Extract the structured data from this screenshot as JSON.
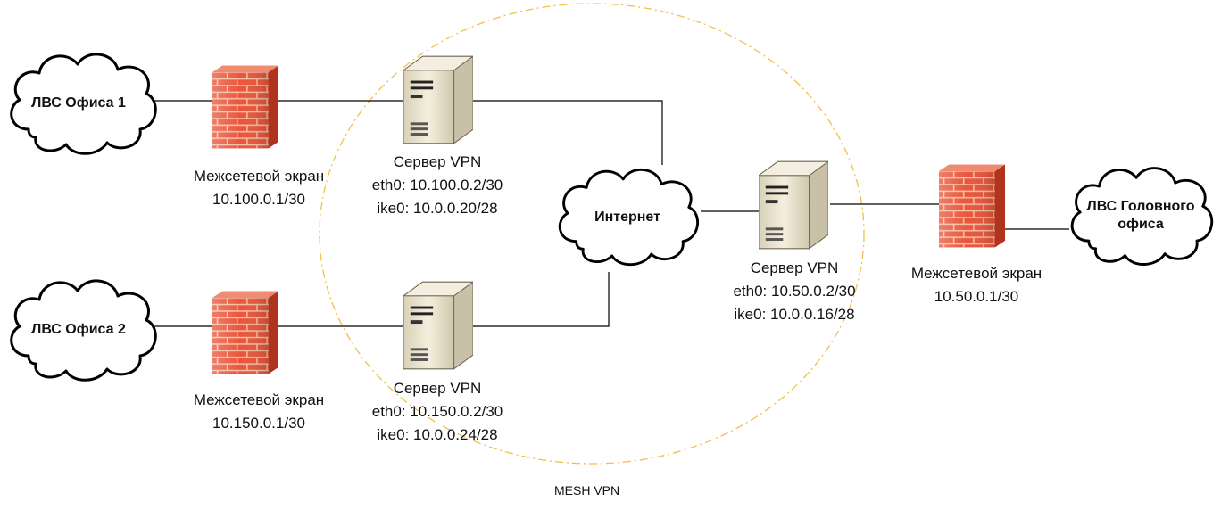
{
  "colors": {
    "firewall_brick": "#e8553a",
    "firewall_mortar": "#f6c0a8",
    "server_body": "#ece6d2",
    "server_shade": "#b9b29b",
    "mesh_circle": "#f2c04a",
    "line": "#000000"
  },
  "clouds": {
    "office1": "ЛВС Офиса 1",
    "office2": "ЛВС Офиса 2",
    "internet": "Интернет",
    "head_line1": "ЛВС Головного",
    "head_line2": "офиса"
  },
  "firewalls": {
    "fw1": {
      "name": "Межсетевой экран",
      "ip": "10.100.0.1/30"
    },
    "fw2": {
      "name": "Межсетевой экран",
      "ip": "10.150.0.1/30"
    },
    "fw3": {
      "name": "Межсетевой экран",
      "ip": "10.50.0.1/30"
    }
  },
  "servers": {
    "s1": {
      "name": "Сервер VPN",
      "eth": "eth0: 10.100.0.2/30",
      "ike": "ike0: 10.0.0.20/28"
    },
    "s2": {
      "name": "Сервер VPN",
      "eth": "eth0: 10.150.0.2/30",
      "ike": "ike0: 10.0.0.24/28"
    },
    "s3": {
      "name": "Сервер VPN",
      "eth": "eth0: 10.50.0.2/30",
      "ike": "ike0: 10.0.0.16/28"
    }
  },
  "mesh_label": "MESH VPN"
}
